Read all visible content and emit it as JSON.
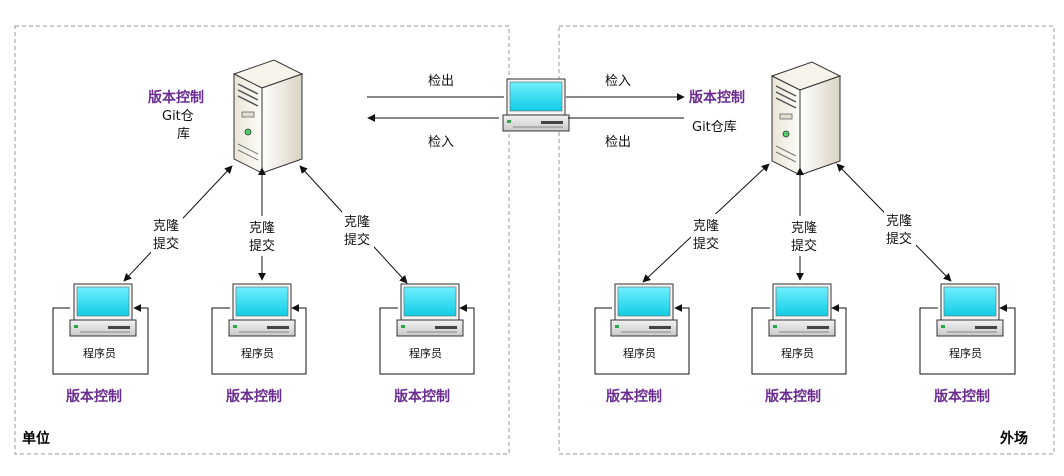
{
  "zones": {
    "left": {
      "label": "单位"
    },
    "right": {
      "label": "外场"
    }
  },
  "left_server": {
    "title": "版本控制",
    "repo_line1": "Git仓",
    "repo_line2": "库"
  },
  "right_server": {
    "title": "版本控制",
    "repo": "Git仓库"
  },
  "middle_transfer": {
    "top_left": "检出",
    "top_right": "检入",
    "bottom_left": "检入",
    "bottom_right": "检出"
  },
  "link_labels": {
    "clone": "克隆",
    "commit": "提交"
  },
  "workstation": {
    "role": "程序员",
    "caption": "版本控制"
  },
  "colors": {
    "accent_purple": "#6b2d90",
    "monitor_screen": "#2ad9ef",
    "dashed_border": "#9a9a9a"
  }
}
